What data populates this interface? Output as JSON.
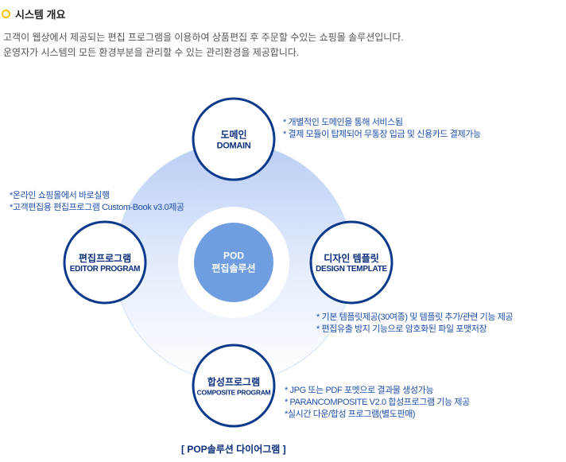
{
  "header": {
    "title": "시스템 개요"
  },
  "intro": [
    "고객이 웹상에서 제공되는 편집 프로그램을 이용하여 상품편집 후 주문할 수있는 쇼핑몰 솔루션입니다.",
    "운영자가 시스템의 모든 환경부분을 관리할 수 있는 관리환경을 제공합니다."
  ],
  "center": {
    "line1": "POD",
    "line2": "편집솔루션"
  },
  "nodes": {
    "domain": {
      "ko": "도메인",
      "en": "DOMAIN",
      "notes": [
        "* 개별적인 도메인을 통해 서비스됨",
        "* 결제 모듈이 탑제되어 무통장 입금 및 신용카드 결제가능"
      ]
    },
    "editor": {
      "ko": "편집프로그램",
      "en": "EDITOR PROGRAM",
      "notes": [
        "*온라인 쇼핑몰에서 바로실행",
        "*고객편집용 편집프로그램 Custom-Book v3.0제공"
      ]
    },
    "design": {
      "ko": "디자인 템플릿",
      "en": "DESIGN TEMPLATE",
      "notes": [
        "* 기본 템플릿제공(30여종) 및 템플릿 추가/관련 기능 제공",
        "* 편집유출 방지 기능으로 암호화된 파일 포맷저장"
      ]
    },
    "composite": {
      "ko": "합성프로그램",
      "en": "COMPOSITE PROGRAM",
      "notes": [
        "* JPG 또는 PDF 포멧으로 결과물 생성가능",
        "* PARANCOMPOSITE V2.0 합성프로그램 기능 제공",
        "*실시간 다운/합성 프로그램(별도판매)"
      ]
    }
  },
  "caption": "[ POP솔루션 다이어그램 ]"
}
